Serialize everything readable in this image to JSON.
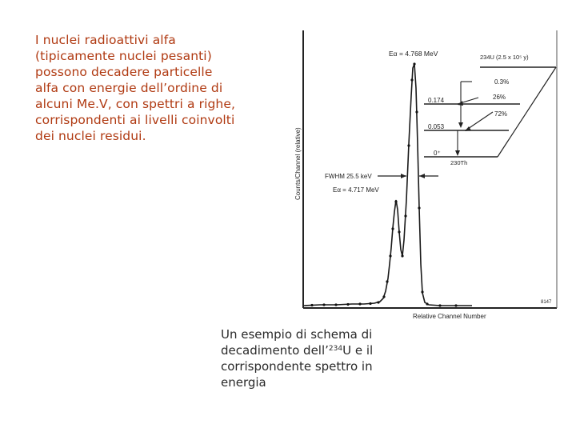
{
  "intro": {
    "lines": [
      "I nuclei radioattivi alfa",
      "(tipicamente nuclei pesanti)",
      "possono decadere particelle",
      "alfa con energie dell’ordine di",
      "alcuni Me.V, con spettri a righe,",
      "corrispondenti ai livelli coinvolti",
      "dei nuclei residui."
    ]
  },
  "figure": {
    "peak_main_label": "Eα = 4.768 MeV",
    "peak_second_label": "Eα = 4.717 MeV",
    "fwhm_label": "FWHM 25.5 keV",
    "parent_label": "234U (2.5 x 10⁵ y)",
    "daughter_label": "230Th",
    "levels": [
      "0.174",
      "0.053",
      "0⁺"
    ],
    "branching": [
      "0.3%",
      "26%",
      "72%"
    ],
    "y_axis_label": "Counts/Channel (relative)",
    "x_axis_label": "Relative Channel Number",
    "figure_id": "8147"
  },
  "caption": {
    "line1": "Un esempio di schema di",
    "line2_pre": "decadimento dell’",
    "line2_sup": "234",
    "line2_post": "U e il",
    "line3": "corrispondente spettro in",
    "line4": "energia"
  }
}
